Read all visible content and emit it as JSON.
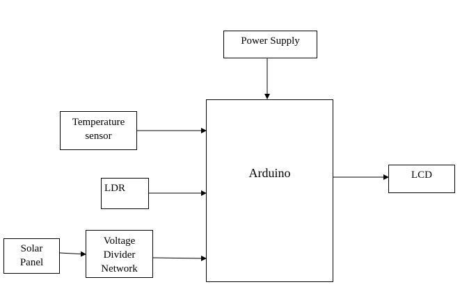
{
  "diagram": {
    "blocks": {
      "power_supply": "Power Supply",
      "temperature_sensor": [
        "Temperature",
        "sensor"
      ],
      "arduino": "Arduino",
      "lcd": "LCD",
      "ldr": "LDR",
      "solar_panel": [
        "Solar",
        "Panel"
      ],
      "voltage_divider": [
        "Voltage",
        "Divider",
        "Network"
      ]
    },
    "connections": [
      {
        "from": "power_supply",
        "to": "arduino"
      },
      {
        "from": "temperature_sensor",
        "to": "arduino"
      },
      {
        "from": "ldr",
        "to": "arduino"
      },
      {
        "from": "solar_panel",
        "to": "voltage_divider"
      },
      {
        "from": "voltage_divider",
        "to": "arduino"
      },
      {
        "from": "arduino",
        "to": "lcd"
      }
    ]
  }
}
